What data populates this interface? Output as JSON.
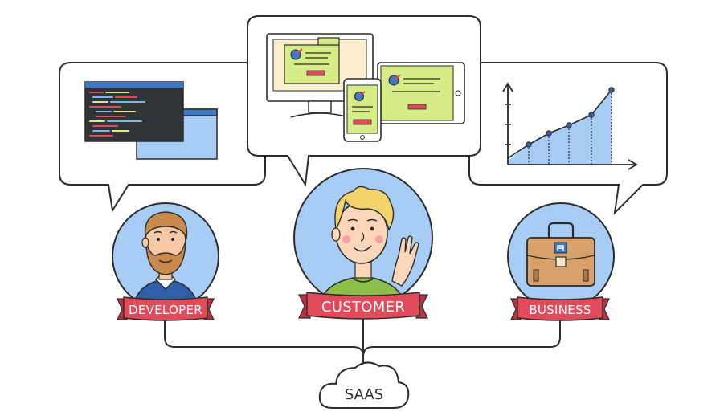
{
  "roles": {
    "developer": "DEVELOPER",
    "customer": "CUSTOMER",
    "business": "BUSINESS"
  },
  "hub": "SAAS",
  "colors": {
    "outline": "#2b2b2b",
    "ribbon": "#e04a5a",
    "ribbon_dark": "#b8323f",
    "avatar_bg": "#a8cdf5",
    "screen_green": "#d6ec86",
    "chart_fill": "#a8cdf5",
    "chart_point": "#3a5f9e"
  },
  "icons": [
    "code-editor-icon",
    "devices-icon",
    "growth-chart-icon",
    "briefcase-icon",
    "cloud-icon"
  ]
}
